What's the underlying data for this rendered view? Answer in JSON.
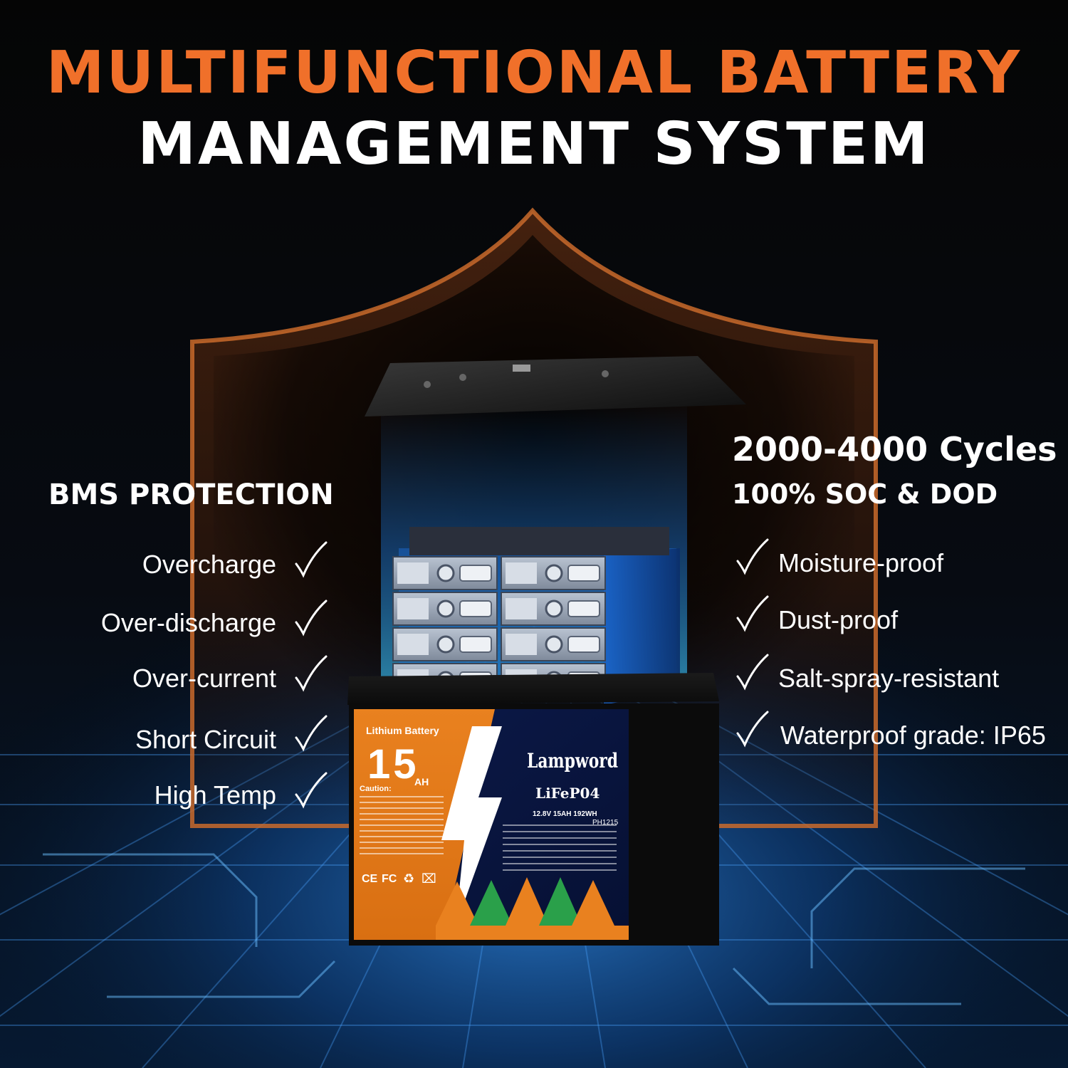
{
  "title": {
    "line1": "MULTIFUNCTIONAL BATTERY",
    "line2": "MANAGEMENT SYSTEM"
  },
  "colors": {
    "accent": "#f0702a",
    "background": "#000000",
    "glow": "#1e8bff"
  },
  "left_panel": {
    "heading": "BMS PROTECTION",
    "items": [
      {
        "label": "Overcharge",
        "icon": "check-icon"
      },
      {
        "label": "Over-discharge",
        "icon": "check-icon"
      },
      {
        "label": "Over-current",
        "icon": "check-icon"
      },
      {
        "label": "Short Circuit",
        "icon": "check-icon"
      },
      {
        "label": "High Temp",
        "icon": "check-icon"
      }
    ]
  },
  "right_panel": {
    "heading": "2000-4000 Cycles",
    "subheading": "100% SOC & DOD",
    "items": [
      {
        "label": "Moisture-proof",
        "icon": "check-icon"
      },
      {
        "label": "Dust-proof",
        "icon": "check-icon"
      },
      {
        "label": "Salt-spray-resistant",
        "icon": "check-icon"
      },
      {
        "label": "Waterproof grade: IP65",
        "icon": "check-icon"
      }
    ]
  },
  "battery_label": {
    "type": "Lithium Battery",
    "capacity": "15",
    "unit": "AH",
    "caution_heading": "Caution:",
    "brand": "Lampword",
    "chemistry": "LiFeP04",
    "spec": "12.8V 15AH 192WH",
    "model": "PH1215",
    "cert_icons": [
      "ce-mark-icon",
      "fcc-icon",
      "recycle-icon",
      "no-bin-icon"
    ]
  }
}
